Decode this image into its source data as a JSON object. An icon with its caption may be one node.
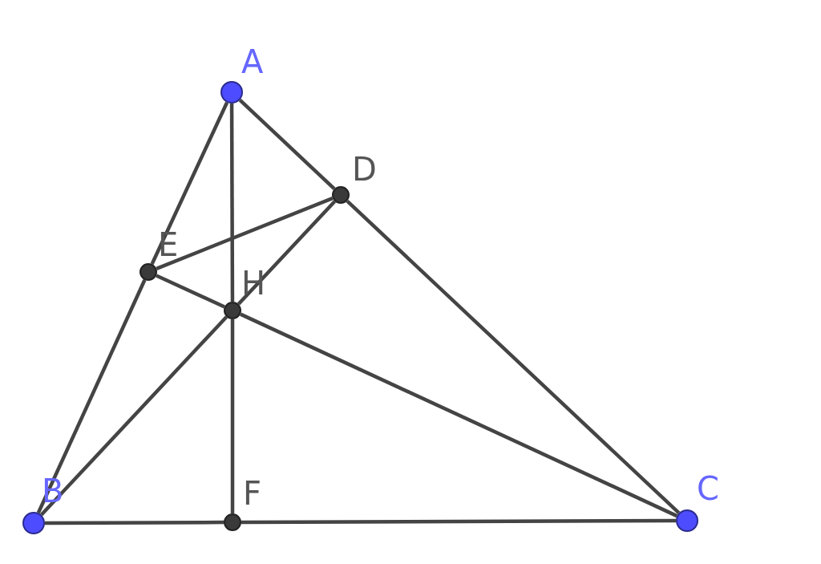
{
  "diagram": {
    "nodes": [
      {
        "text": [],
        "shape": "circle",
        "beside": [
          "A"
        ]
      },
      {
        "text": [],
        "shape": "circle",
        "beside": [
          "D"
        ]
      },
      {
        "text": [],
        "shape": "circle",
        "beside": [
          "E"
        ]
      },
      {
        "text": [],
        "shape": "circle",
        "beside": [
          "H"
        ]
      },
      {
        "text": [],
        "shape": "circle",
        "beside": [
          "B"
        ]
      },
      {
        "text": [],
        "shape": "circle",
        "beside": [
          "F"
        ]
      },
      {
        "text": [],
        "shape": "circle",
        "beside": [
          "C"
        ]
      }
    ],
    "edges": [
      {
        "from": 0,
        "to": 2,
        "arrow": "none"
      },
      {
        "from": 2,
        "to": 4,
        "arrow": "none"
      },
      {
        "from": 0,
        "to": 1,
        "arrow": "none"
      },
      {
        "from": 1,
        "to": 6,
        "arrow": "none"
      },
      {
        "from": 4,
        "to": 5,
        "arrow": "none"
      },
      {
        "from": 5,
        "to": 6,
        "arrow": "none"
      },
      {
        "from": 0,
        "to": 3,
        "arrow": "none"
      },
      {
        "from": 3,
        "to": 5,
        "arrow": "none"
      },
      {
        "from": 2,
        "to": 1,
        "arrow": "none"
      },
      {
        "from": 4,
        "to": 3,
        "arrow": "none"
      },
      {
        "from": 3,
        "to": 1,
        "arrow": "none"
      },
      {
        "from": 2,
        "to": 3,
        "arrow": "none"
      },
      {
        "from": 3,
        "to": 6,
        "arrow": "none"
      }
    ]
  }
}
